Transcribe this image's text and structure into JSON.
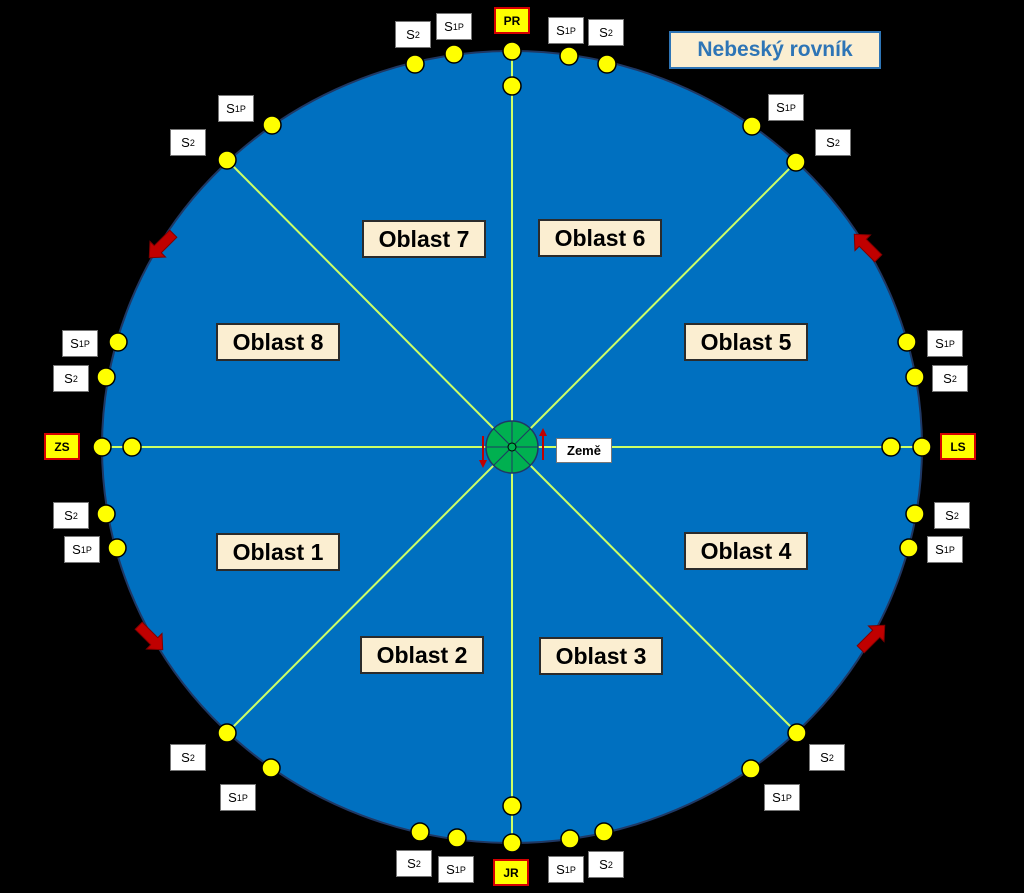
{
  "title": "Nebeský rovník",
  "center_label": "Země",
  "directions": {
    "north": "PR",
    "south": "JR",
    "west": "ZS",
    "east": "LS"
  },
  "regions": [
    "Oblast 1",
    "Oblast 2",
    "Oblast 3",
    "Oblast 4",
    "Oblast 5",
    "Oblast 6",
    "Oblast 7",
    "Oblast 8"
  ],
  "point_labels": {
    "s2": "S",
    "s2_sub": "2",
    "s1p": "S",
    "s1p_sub": "1P"
  },
  "colors": {
    "background": "#000000",
    "disk": "#0070c0",
    "disk_edge": "#1f3864",
    "spokes": "#ccff66",
    "points": "#ffff00",
    "earth": "#00b050",
    "arrows": "#c00000",
    "title_text": "#2e75b6"
  }
}
